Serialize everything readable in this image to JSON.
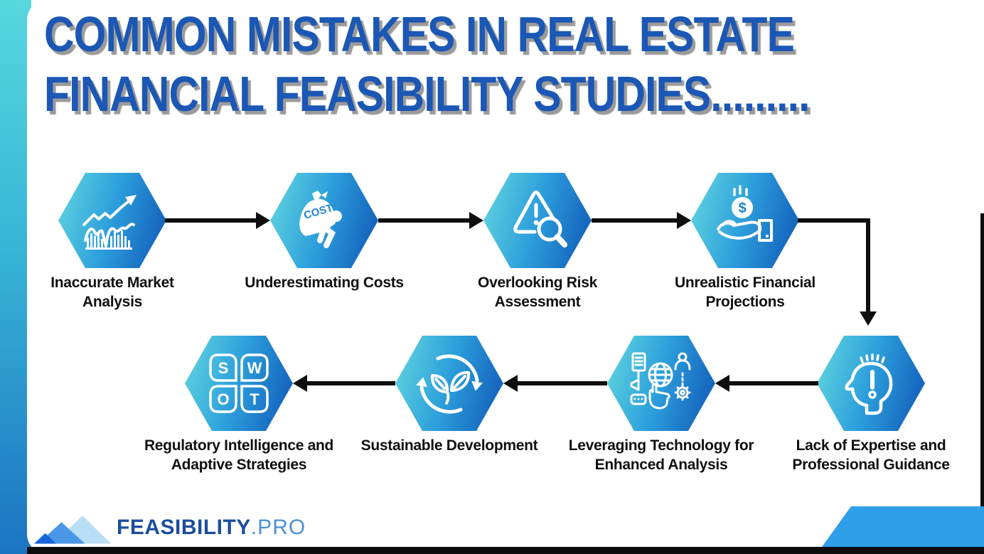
{
  "title": {
    "line1": "COMMON MISTAKES IN REAL ESTATE",
    "line2": "FINANCIAL FEASIBILITY STUDIES........."
  },
  "steps": [
    {
      "order": 1,
      "label": "Inaccurate Market Analysis",
      "icon": "market-trend-chart-icon"
    },
    {
      "order": 2,
      "label": "Underestimating Costs",
      "icon": "cost-bag-carrier-icon",
      "badge": "COST"
    },
    {
      "order": 3,
      "label": "Overlooking Risk Assessment",
      "icon": "warning-magnifier-icon"
    },
    {
      "order": 4,
      "label": "Unrealistic Financial Projections",
      "icon": "hand-dollar-coin-icon",
      "badge": "$"
    },
    {
      "order": 5,
      "label": "Lack of Expertise and Professional Guidance",
      "icon": "head-exclamation-icon"
    },
    {
      "order": 6,
      "label": "Leveraging Technology for Enhanced Analysis",
      "icon": "technology-tools-icon"
    },
    {
      "order": 7,
      "label": "Sustainable Development",
      "icon": "leaf-cycle-icon"
    },
    {
      "order": 8,
      "label": "Regulatory Intelligence and Adaptive Strategies",
      "icon": "swot-matrix-icon",
      "letters": [
        "S",
        "W",
        "O",
        "T"
      ]
    }
  ],
  "flow": {
    "row1_direction": "left-to-right",
    "row2_direction": "right-to-left",
    "connector": "elbow-down-from-step4-to-step5"
  },
  "logo": {
    "name": "FEASIBILITY",
    "suffix": ".PRO"
  },
  "colors": {
    "title_blue": "#1b57b4",
    "hex_gradient_start": "#62d8de",
    "hex_gradient_end": "#0f56b6",
    "arrow_black": "#0e0e0e",
    "side_bar_top": "#58d7de",
    "side_bar_bottom": "#1b74c2",
    "corner_parallelogram": "#2f9fe9",
    "logo_dark_blue": "#1c4d9c",
    "logo_light_blue": "#4b8fd4",
    "label_black": "#101010"
  }
}
